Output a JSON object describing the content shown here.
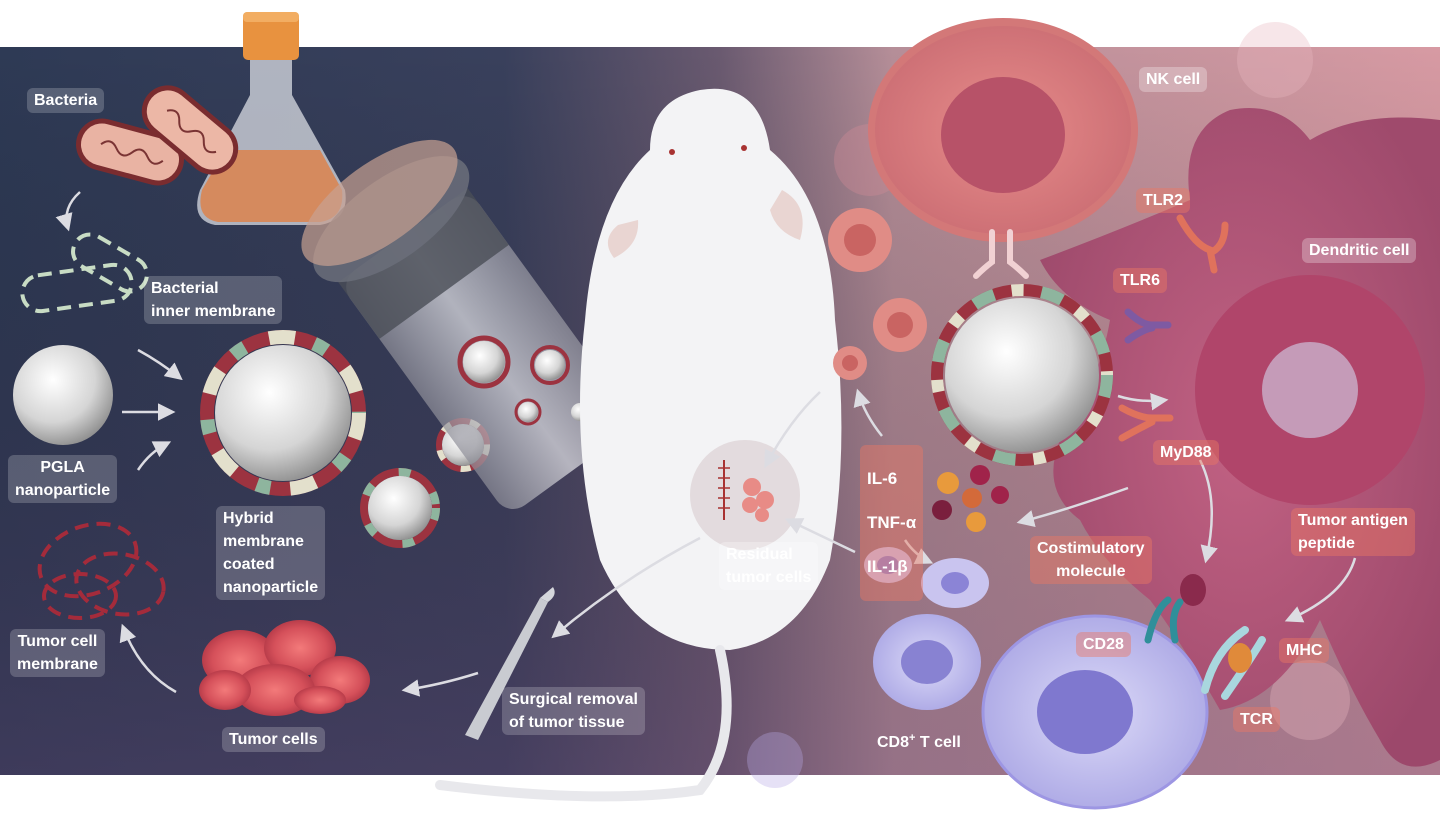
{
  "labels": {
    "bacteria": "Bacteria",
    "bacterial_inner_membrane": "Bacterial\ninner membrane",
    "pgla_nanoparticle": "PGLA\nnanoparticle",
    "hybrid_membrane_np": "Hybrid\nmembrane\ncoated\nnanoparticle",
    "tumor_cell_membrane": "Tumor cell\nmembrane",
    "tumor_cells": "Tumor cells",
    "surgical_removal": "Surgical removal\nof tumor tissue",
    "residual_tumor_cells": "Residual\ntumor cells",
    "nk_cell": "NK cell",
    "tlr2": "TLR2",
    "tlr6": "TLR6",
    "dendritic_cell": "Dendritic cell",
    "cytokines": [
      "IL-6",
      "TNF-α",
      "IL-1β"
    ],
    "myd88": "MyD88",
    "costimulatory_molecule": "Costimulatory\nmolecule",
    "tumor_antigen_peptide": "Tumor antigen\npeptide",
    "cd28": "CD28",
    "mhc": "MHC",
    "tcr": "TCR",
    "cd8_t_cell_prefix": "CD8",
    "cd8_t_cell_sup": "+",
    "cd8_t_cell_suffix": " T cell"
  },
  "colors": {
    "left_bg": "#2f3b55",
    "right_bg": "#c98c98",
    "membrane_red": "#b8424a",
    "membrane_green": "#8fb7a0",
    "membrane_cream": "#e8e2c8",
    "tumor_cell": "#d9545c",
    "dendritic_cell": "#a8506f",
    "t_cell": "#b9b7ea",
    "nk_cell": "#d97c7c"
  }
}
